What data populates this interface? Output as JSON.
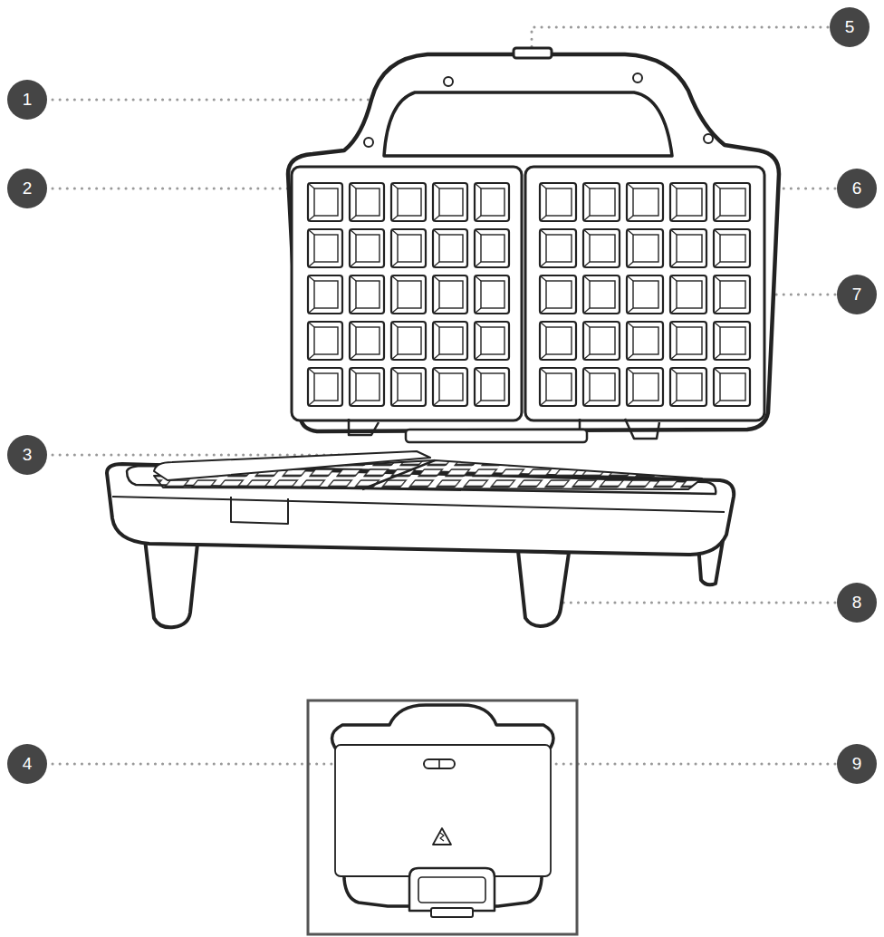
{
  "diagram": {
    "nodes": [
      {
        "text": [
          "5"
        ]
      },
      {
        "text": [
          "1"
        ]
      },
      {
        "text": [
          "2"
        ]
      },
      {
        "text": [
          "6"
        ]
      },
      {
        "text": [
          "7"
        ]
      },
      {
        "text": [
          "3"
        ]
      },
      {
        "text": [
          "8"
        ]
      },
      {
        "text": [
          "4"
        ]
      },
      {
        "text": [
          "9"
        ]
      }
    ]
  }
}
